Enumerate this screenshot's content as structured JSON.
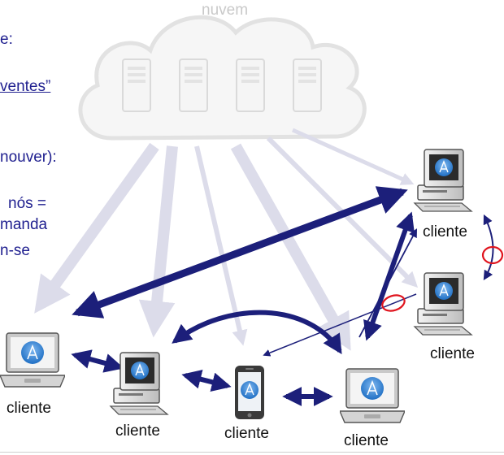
{
  "cloud": {
    "label": "nuvem",
    "server_count": 4
  },
  "text_fragments": {
    "line1": "e:",
    "line2": "ventes”",
    "line3": "nouver):",
    "line4": "nós =",
    "line5": "manda",
    "line6": "n-se"
  },
  "nodes": {
    "laptop_left": "cliente",
    "desktop_mid": "cliente",
    "phone": "cliente",
    "laptop_right": "cliente",
    "desktop_top_right": "cliente",
    "desktop_right": "cliente"
  },
  "colors": {
    "arrow_dark": "#1c1f7a",
    "arrow_light": "#d9dae8",
    "text_blue": "#1f1f8f",
    "marker_red": "#e0141e",
    "cloud": "#e9e9e9"
  }
}
